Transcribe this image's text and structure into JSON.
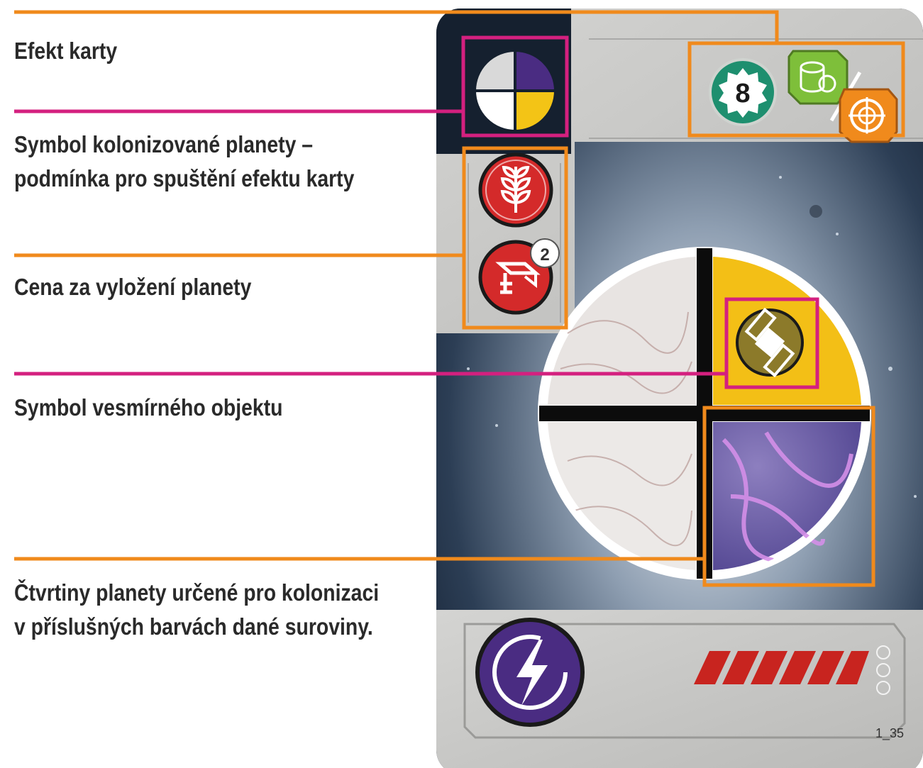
{
  "labels": {
    "card_effect": "Efekt karty",
    "planet_symbol_line1": "Symbol kolonizované planety –",
    "planet_symbol_line2": "podmínka pro spuštění efektu karty",
    "planet_cost": "Cena za vyložení planety",
    "space_object": "Symbol vesmírného objektu",
    "quarters_line1": "Čtvrtiny planety určené pro kolonizaci",
    "quarters_line2": "v příslušných barvách dané suroviny."
  },
  "card": {
    "victory_points": "8",
    "cost_badge": "2",
    "card_id": "1_35"
  },
  "colors": {
    "orange_line": "#f08a1c",
    "magenta_line": "#d4207f",
    "purple": "#4a2c82",
    "yellow": "#f3c416",
    "red": "#d42a2a",
    "green": "#1e8f6f",
    "lime": "#7ebf3a",
    "olive": "#8c7a2a"
  },
  "icons": [
    "color-wheel-icon",
    "victory-points-icon",
    "coins-icon",
    "target-icon",
    "wheat-icon",
    "steel-beam-icon",
    "satellite-icon",
    "energy-icon"
  ]
}
